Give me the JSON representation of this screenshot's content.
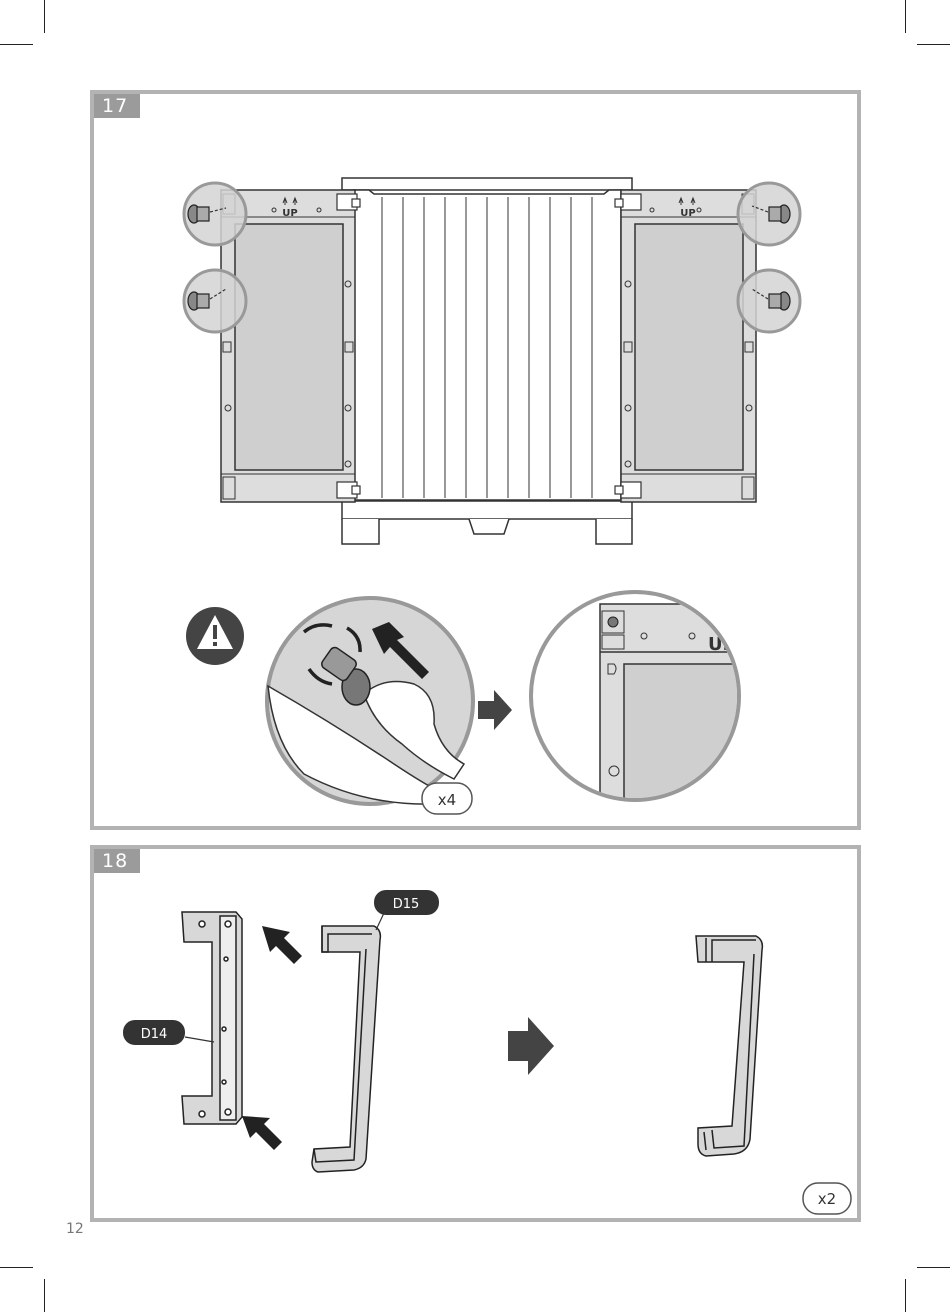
{
  "page_number": "12",
  "steps": [
    {
      "number": "17",
      "panel_labels": {
        "up": "UP",
        "up_cropped": "UI"
      },
      "quantity": "x4",
      "icons": [
        "warning-icon",
        "arrow-right-icon",
        "push-arrow-icon"
      ]
    },
    {
      "number": "18",
      "parts": [
        "D14",
        "D15"
      ],
      "quantity": "x2",
      "icons": [
        "arrow-right-icon",
        "push-arrow-icon"
      ]
    }
  ],
  "colors": {
    "frame": "#b3b3b3",
    "tab": "#9b9b9b",
    "dark": "#555555",
    "panel_fill": "#d6d6d6"
  }
}
